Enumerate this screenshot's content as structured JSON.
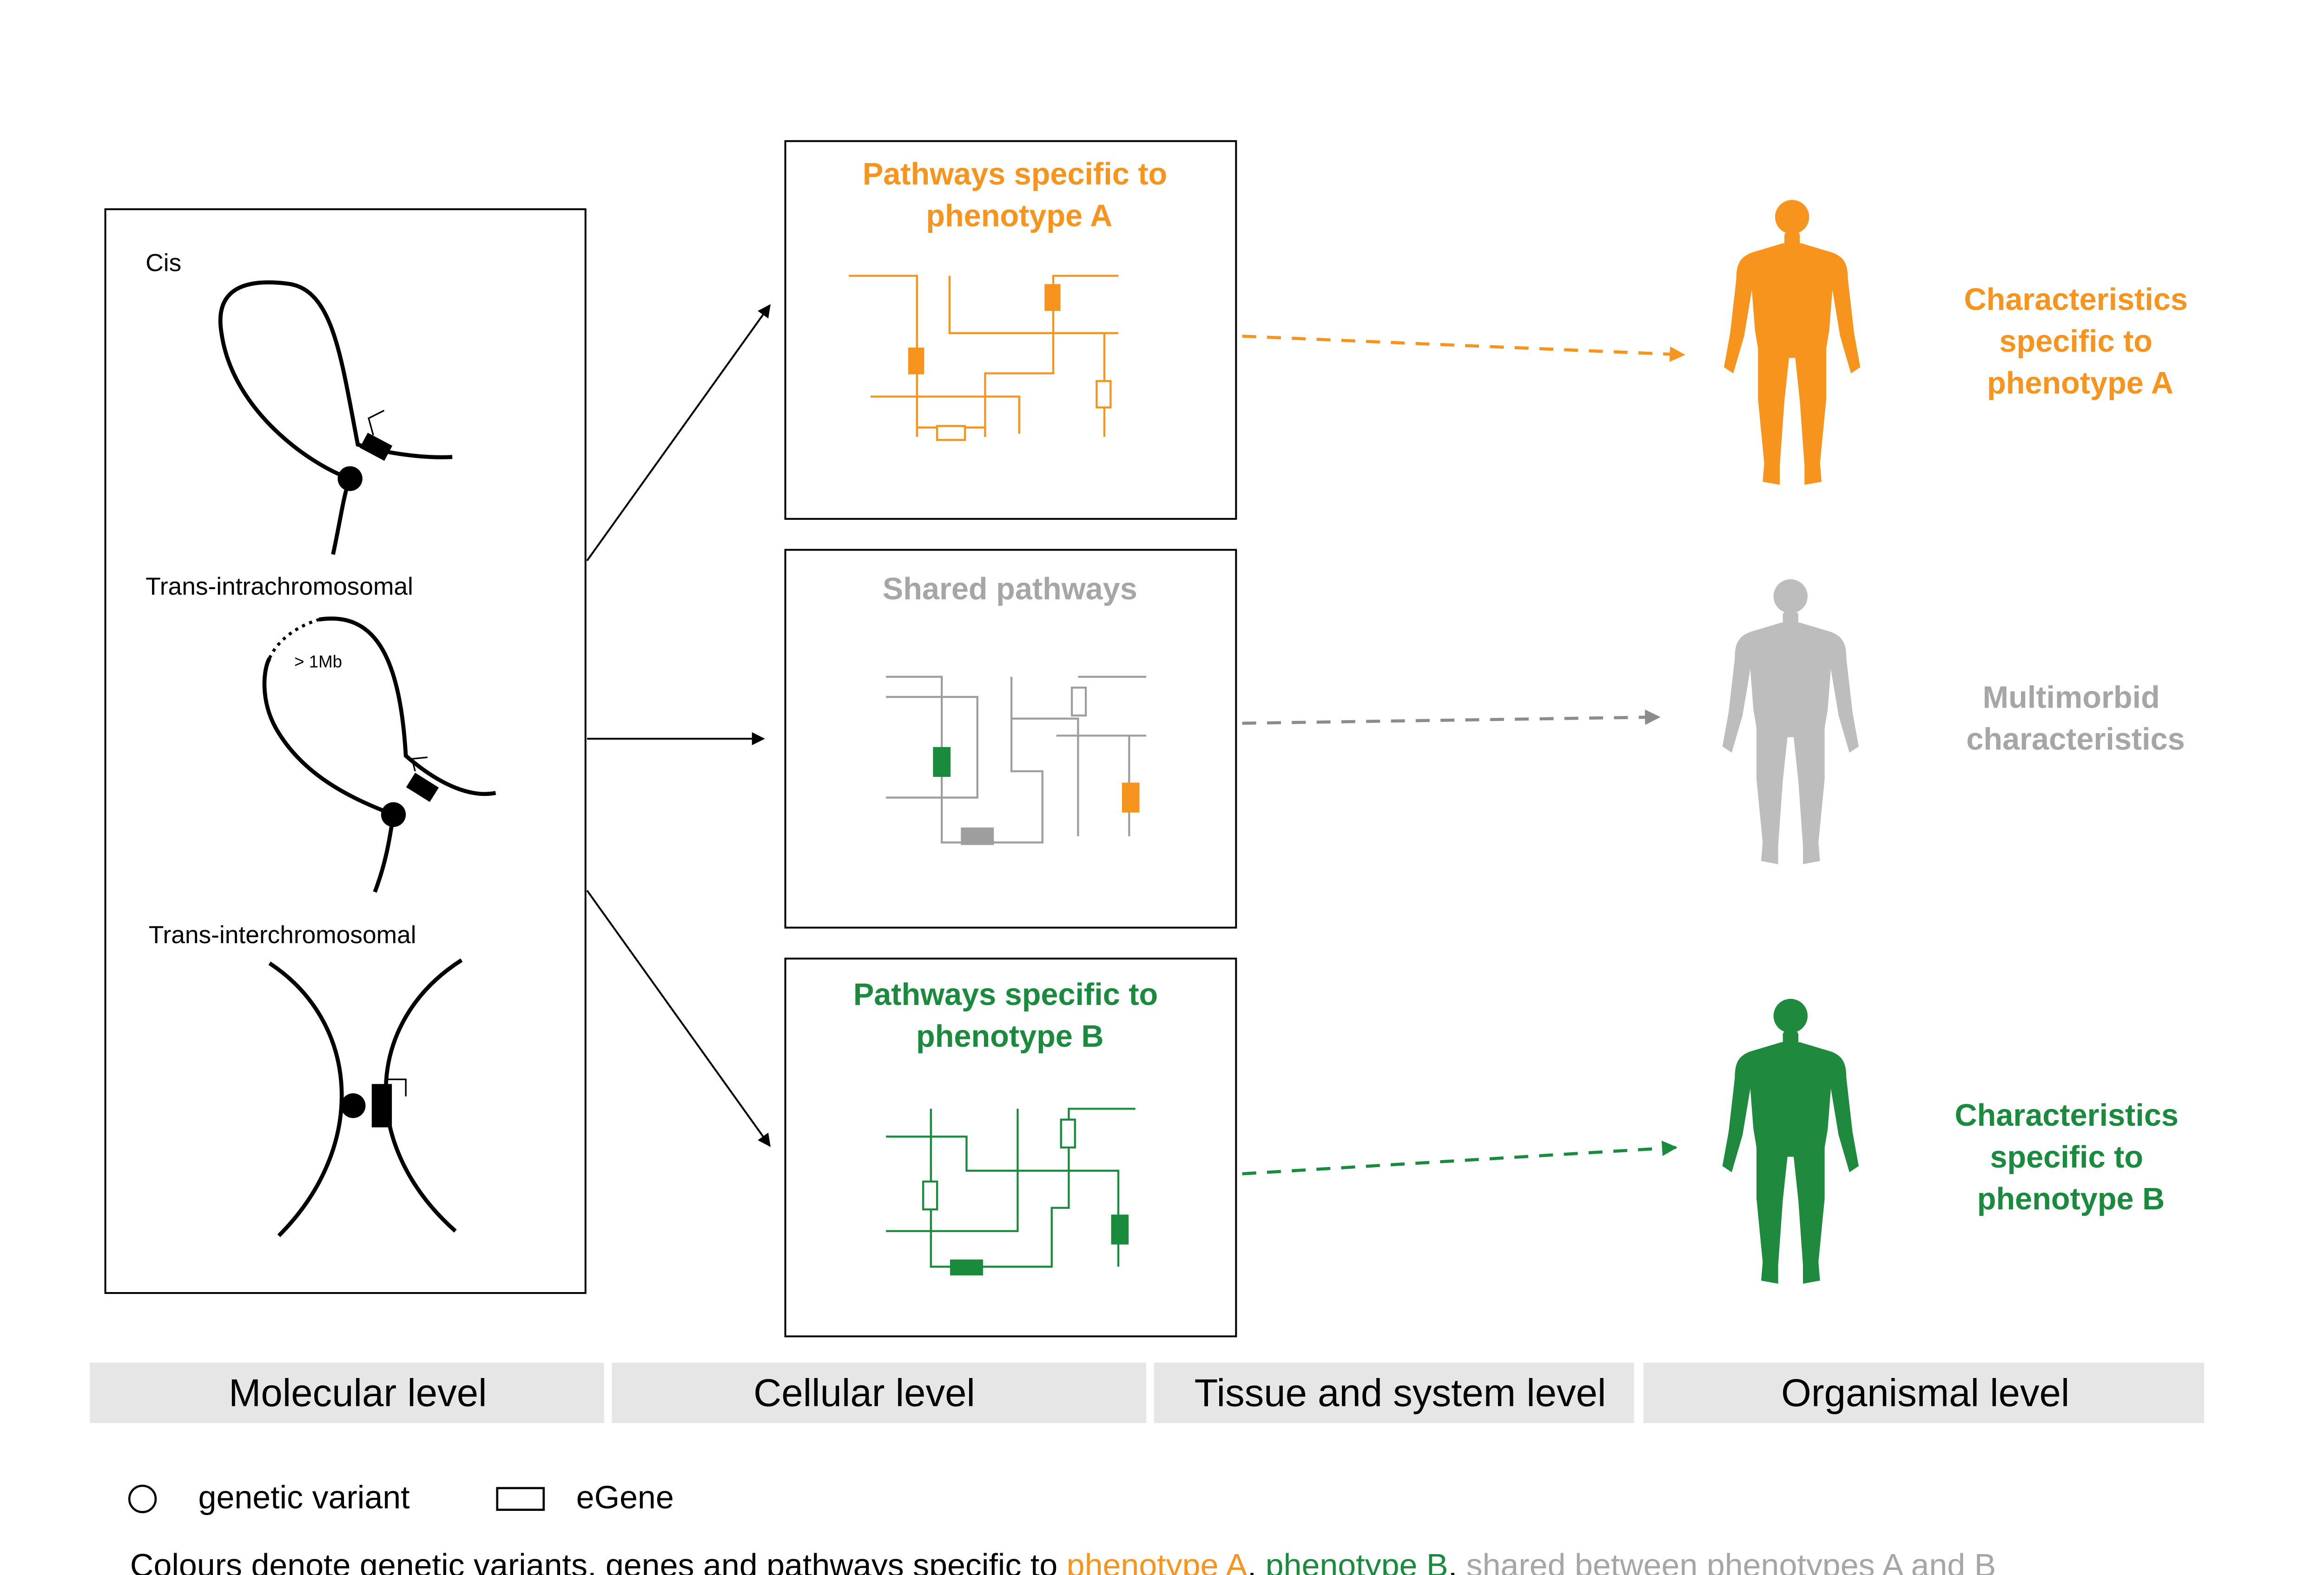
{
  "colors": {
    "phenotype_a": "#F7941D",
    "phenotype_b": "#1A8B3D",
    "shared": "#9E9E9E",
    "text": "#000000",
    "band": "#E6E6E6"
  },
  "molecular": {
    "cis_label": "Cis",
    "trans_intra_label": "Trans-intrachromosomal",
    "distance_label": "> 1Mb",
    "trans_inter_label": "Trans-interchromosomal"
  },
  "pathways": {
    "a_title": [
      "Pathways specific to",
      "phenotype A"
    ],
    "shared_title": "Shared pathways",
    "b_title": [
      "Pathways specific to",
      "phenotype B"
    ]
  },
  "organismal": {
    "a_lines": [
      "Characteristics",
      "specific to",
      "phenotype A"
    ],
    "shared_lines": [
      "Multimorbid",
      "characteristics"
    ],
    "b_lines": [
      "Characteristics",
      "specific to",
      "phenotype B"
    ],
    "a_figure_icon": "human-figure-icon",
    "shared_figure_icon": "human-figure-icon",
    "b_figure_icon": "human-figure-icon"
  },
  "levels": [
    "Molecular level",
    "Cellular level",
    "Tissue and system level",
    "Organismal level"
  ],
  "legend": {
    "variant_icon": "circle-icon",
    "variant_label": "genetic variant",
    "egene_icon": "rectangle-icon",
    "egene_label": "eGene",
    "caption_prefix": "Colours denote genetic variants, genes and pathways specific to ",
    "caption_a": "phenotype A",
    "caption_sep1": ", ",
    "caption_b": "phenotype B",
    "caption_sep2": ", ",
    "caption_shared": "shared between phenotypes A and B"
  }
}
